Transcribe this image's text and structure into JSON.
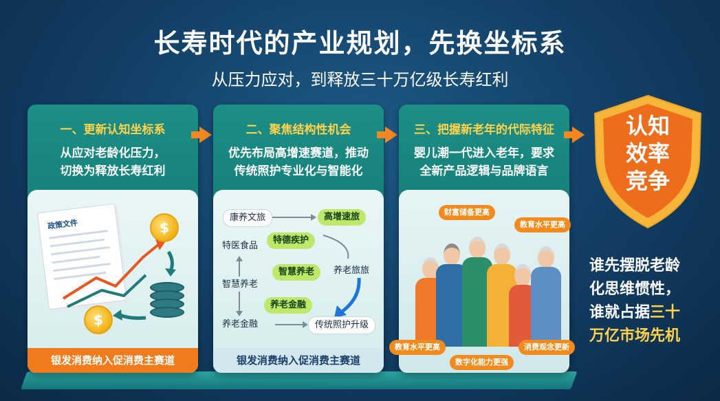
{
  "title": "长寿时代的产业规划，先换坐标系",
  "subtitle": "从压力应对，到释放三十万亿级长寿红利",
  "panels": [
    {
      "heading": "一、更新认知坐标系",
      "desc_line1": "从应对老龄化压力，",
      "desc_line2": "切换为释放长寿红利",
      "doc_label": "政策文件",
      "coin_symbol": "$",
      "footer": "银发消费纳入促消费主赛道"
    },
    {
      "heading": "二、聚焦结构性机会",
      "desc_line1": "优先布局高增速赛道，推动",
      "desc_line2": "传统照护专业化与智能化",
      "nodes": {
        "n1": "康养文旅",
        "n2": "高增速旅",
        "n3": "特医食品",
        "n4": "特德疾护",
        "n5": "智慧养老",
        "n6": "养老旅旅",
        "n7": "智慧养老",
        "n8": "养老金融",
        "n9": "养老金融",
        "n10": "传统照护升级"
      },
      "footer": "银发消费纳入促消费主赛道"
    },
    {
      "heading": "三、把握新老年的代际特征",
      "desc_line1": "婴儿潮一代进入老年，要求",
      "desc_line2": "全新产品逻辑与品牌语言",
      "bubbles": {
        "b1": "财富储备更高",
        "b2": "教育水平更高",
        "b3": "教育水平更高",
        "b4": "数字化能力更强",
        "b5": "消费观念更新"
      }
    }
  ],
  "shield": {
    "line1": "认知",
    "line2": "效率",
    "line3": "竞争"
  },
  "conclusion": {
    "line1": "谁先摆脱老龄",
    "line2": "化思维惯性，",
    "line3_normal": "谁就占据",
    "line3_highlight": "三十",
    "line4": "万亿市场先机"
  },
  "colors": {
    "accent_orange": "#f2861f",
    "panel_teal": "#137771",
    "highlight_yellow": "#ffd24a",
    "node_green": "#bde86a"
  }
}
